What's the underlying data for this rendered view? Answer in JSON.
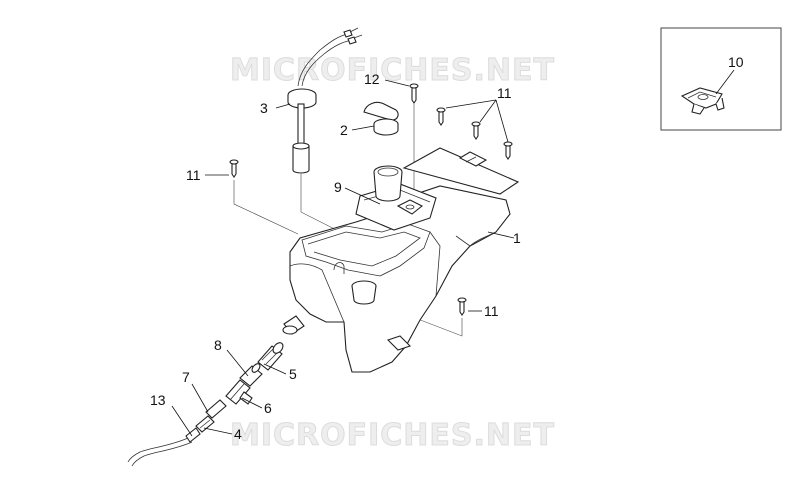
{
  "watermark": "MICROFICHES.NET",
  "callouts": {
    "c1": "1",
    "c2": "2",
    "c3": "3",
    "c4": "4",
    "c5": "5",
    "c6": "6",
    "c7": "7",
    "c8": "8",
    "c9": "9",
    "c10": "10",
    "c11a": "11",
    "c11b": "11",
    "c11c": "11",
    "c12": "12",
    "c13": "13"
  }
}
